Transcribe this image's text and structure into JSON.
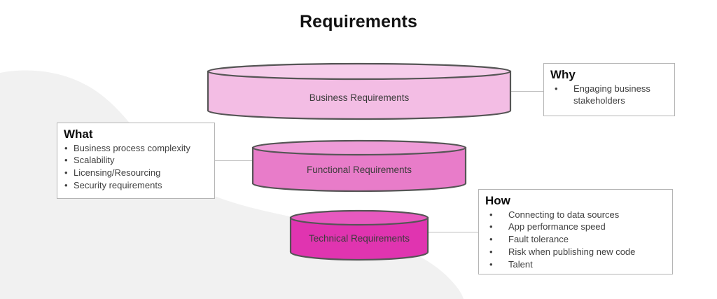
{
  "title": "Requirements",
  "colors": {
    "background": "#ffffff",
    "blob": "#f1f1f1",
    "cylinder_stroke": "#555555",
    "business_fill": "#f3bde4",
    "business_top": "#f6cdeb",
    "functional_fill": "#e87cc9",
    "functional_top": "#ee9bd7",
    "technical_fill": "#e034b0",
    "technical_top": "#e759bf",
    "box_border": "#b4b4b4",
    "connector": "#bfbfbf",
    "title_text": "#111111",
    "body_text": "#3f3f3f"
  },
  "cylinders": [
    {
      "id": "business",
      "label": "Business Requirements"
    },
    {
      "id": "functional",
      "label": "Functional Requirements"
    },
    {
      "id": "technical",
      "label": "Technical Requirements"
    }
  ],
  "callouts": {
    "why": {
      "heading": "Why",
      "bullet_glyph": "•",
      "items": [
        "Engaging business stakeholders"
      ]
    },
    "what": {
      "heading": "What",
      "bullet_glyph": "•",
      "items": [
        "Business process complexity",
        "Scalability",
        "Licensing/Resourcing",
        "Security requirements"
      ]
    },
    "how": {
      "heading": "How",
      "bullet_glyph": "•",
      "items": [
        "Connecting to data sources",
        "App performance speed",
        "Fault tolerance",
        "Risk when publishing new code",
        "Talent"
      ]
    }
  }
}
